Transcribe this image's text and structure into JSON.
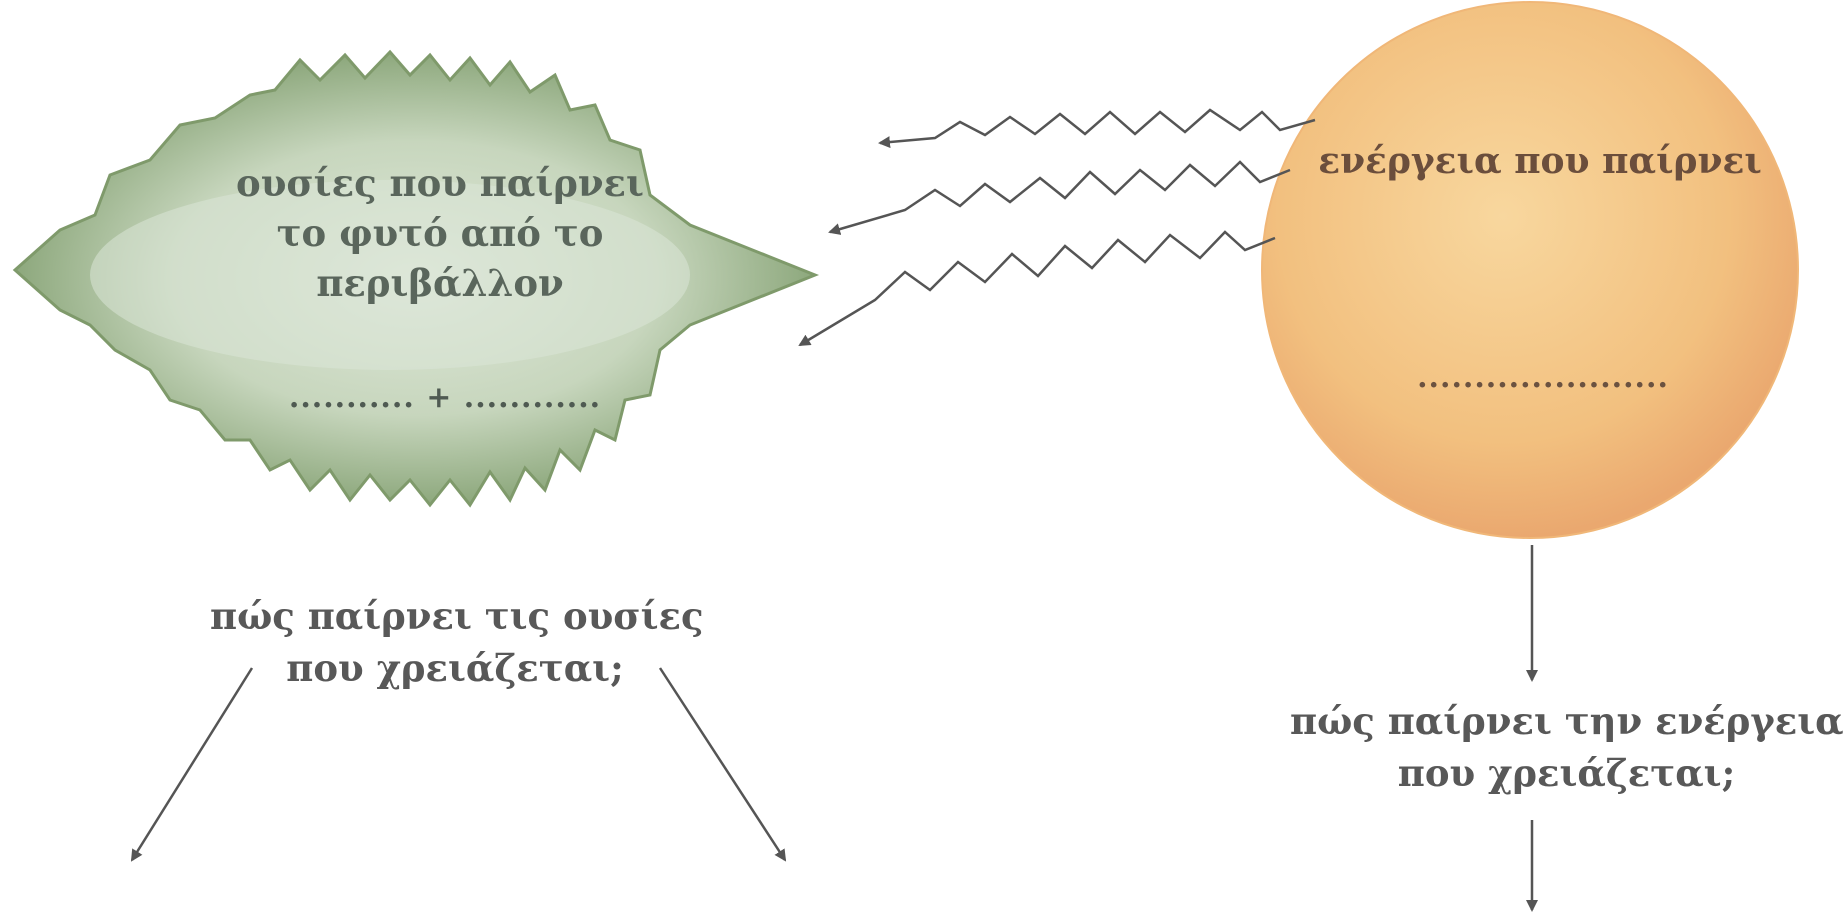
{
  "leaf": {
    "line1": "ουσίες που παίρνει",
    "line2": "το φυτό από το",
    "line3": "περιβάλλον",
    "blank": "........... + ............"
  },
  "sun": {
    "label": "ενέργεια που παίρνει",
    "blank": "......................"
  },
  "questions": {
    "left_line1": "πώς παίρνει τις ουσίες",
    "left_line2": "που χρειάζεται;",
    "right_line1": "πώς παίρνει την ενέργεια",
    "right_line2": "που χρειάζεται;"
  },
  "colors": {
    "leaf_fill": "#a7bb8f",
    "leaf_center": "#d9e3d2",
    "sun_fill": "#f2c285",
    "arrow": "#555555"
  }
}
